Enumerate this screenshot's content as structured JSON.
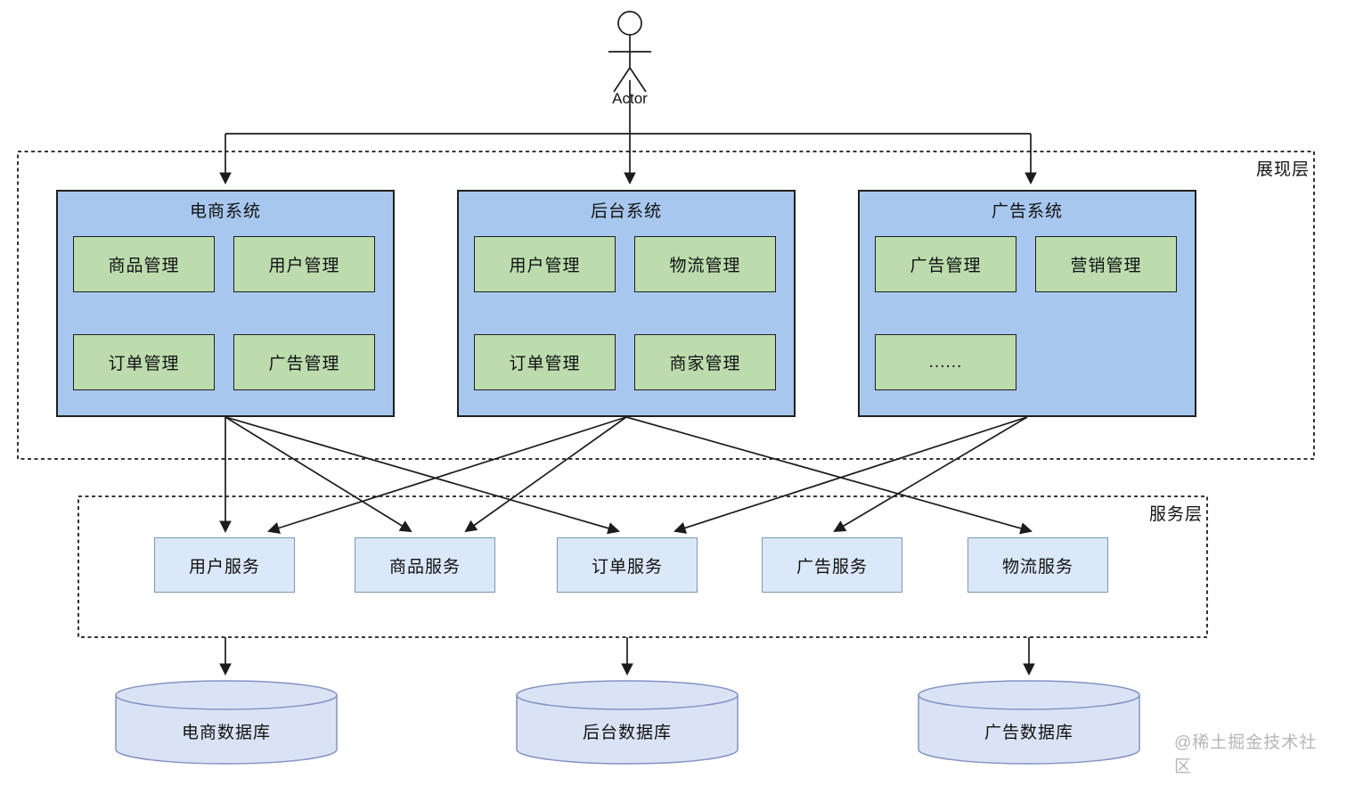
{
  "actor": {
    "label": "Actor"
  },
  "layers": {
    "presentation": {
      "label": "展现层"
    },
    "service": {
      "label": "服务层"
    }
  },
  "systems": [
    {
      "title": "电商系统",
      "modules": [
        "商品管理",
        "用户管理",
        "订单管理",
        "广告管理"
      ]
    },
    {
      "title": "后台系统",
      "modules": [
        "用户管理",
        "物流管理",
        "订单管理",
        "商家管理"
      ]
    },
    {
      "title": "广告系统",
      "modules": [
        "广告管理",
        "营销管理",
        "......"
      ]
    }
  ],
  "services": [
    {
      "label": "用户服务"
    },
    {
      "label": "商品服务"
    },
    {
      "label": "订单服务"
    },
    {
      "label": "广告服务"
    },
    {
      "label": "物流服务"
    }
  ],
  "databases": [
    {
      "label": "电商数据库"
    },
    {
      "label": "后台数据库"
    },
    {
      "label": "广告数据库"
    }
  ],
  "edges": [
    {
      "from": "Actor",
      "to": "电商系统"
    },
    {
      "from": "Actor",
      "to": "后台系统"
    },
    {
      "from": "Actor",
      "to": "广告系统"
    },
    {
      "from": "电商系统",
      "to": "用户服务"
    },
    {
      "from": "电商系统",
      "to": "商品服务"
    },
    {
      "from": "电商系统",
      "to": "订单服务"
    },
    {
      "from": "后台系统",
      "to": "用户服务"
    },
    {
      "from": "后台系统",
      "to": "商品服务"
    },
    {
      "from": "后台系统",
      "to": "物流服务"
    },
    {
      "from": "广告系统",
      "to": "订单服务"
    },
    {
      "from": "广告系统",
      "to": "广告服务"
    },
    {
      "from": "服务层",
      "to": "电商数据库"
    },
    {
      "from": "服务层",
      "to": "后台数据库"
    },
    {
      "from": "服务层",
      "to": "广告数据库"
    }
  ],
  "watermark": "@稀土掘金技术社区",
  "colors": {
    "system_fill": "#a7c7ee",
    "module_fill": "#bcdcae",
    "service_fill": "#dbe8fa",
    "database_fill": "#dae3f5",
    "database_stroke": "#8591c4",
    "line": "#1c1c1c",
    "watermark": "#b6b6b6"
  }
}
